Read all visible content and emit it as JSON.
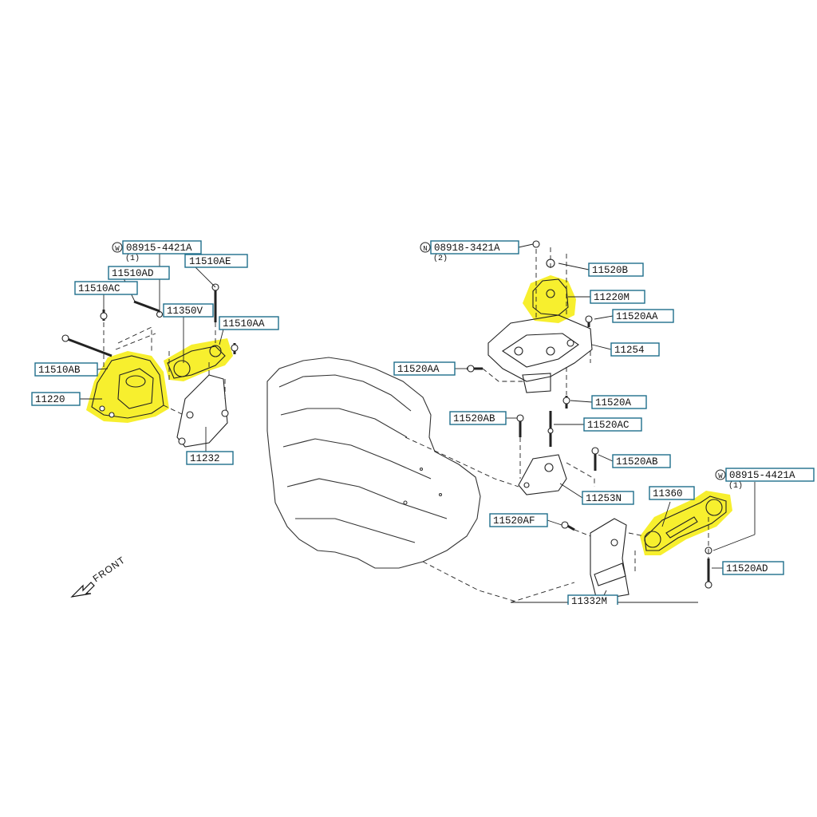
{
  "diagram": {
    "front_label": "FRONT",
    "parts": {
      "p08915_left": "08915-4421A",
      "p08915_left_qty": "(1)",
      "p11510AE": "11510AE",
      "p11510AD": "11510AD",
      "p11510AC": "11510AC",
      "p11350V": "11350V",
      "p11510AA": "11510AA",
      "p11510AB": "11510AB",
      "p11220": "11220",
      "p11232": "11232",
      "p08918": "08918-3421A",
      "p08918_qty": "(2)",
      "p11520B": "11520B",
      "p11220M": "11220M",
      "p11520AA_r": "11520AA",
      "p11254": "11254",
      "p11520AA_l": "11520AA",
      "p11520A": "11520A",
      "p11520AB_l": "11520AB",
      "p11520AC": "11520AC",
      "p11520AB_r": "11520AB",
      "p11253N": "11253N",
      "p11520AF": "11520AF",
      "p11360": "11360",
      "p08915_right": "08915-4421A",
      "p08915_right_qty": "(1)",
      "p11520AD": "11520AD",
      "p11332M": "11332M"
    },
    "nut_symbol": "N",
    "washer_symbol": "W",
    "highlight_color": "#f6ee1c",
    "label_border_color": "#1f6e8c"
  }
}
